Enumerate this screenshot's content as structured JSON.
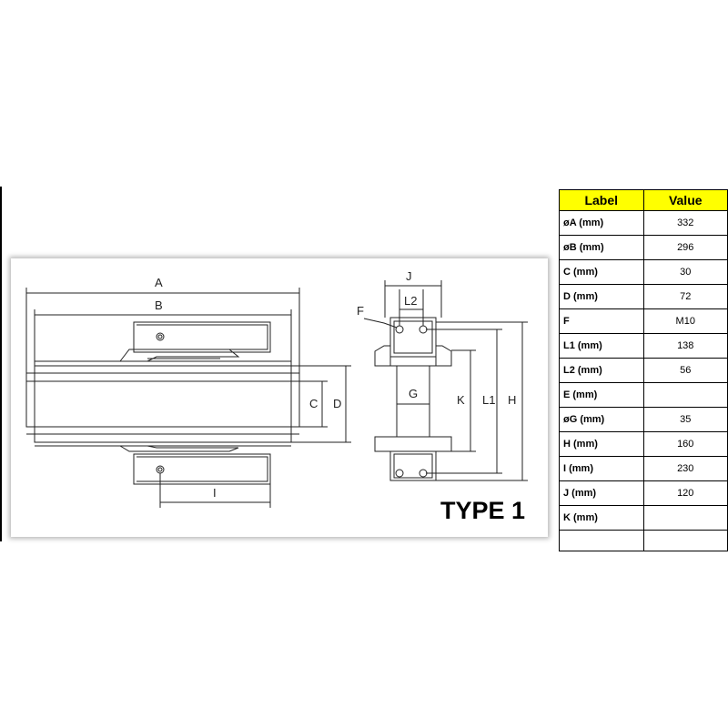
{
  "drawing": {
    "title": "TYPE 1",
    "dimension_labels": {
      "a": "A",
      "b": "B",
      "c": "C",
      "d": "D",
      "i": "I",
      "j": "J",
      "l2": "L2",
      "f": "F",
      "g": "G",
      "k": "K",
      "l1": "L1",
      "h": "H"
    }
  },
  "table": {
    "headers": {
      "label": "Label",
      "value": "Value"
    },
    "rows": [
      {
        "label": "øA (mm)",
        "value": "332"
      },
      {
        "label": "øB (mm)",
        "value": "296"
      },
      {
        "label": "C (mm)",
        "value": "30"
      },
      {
        "label": "D  (mm)",
        "value": "72"
      },
      {
        "label": "F",
        "value": "M10"
      },
      {
        "label": "L1  (mm)",
        "value": "138"
      },
      {
        "label": "L2 (mm)",
        "value": "56"
      },
      {
        "label": "E (mm)",
        "value": ""
      },
      {
        "label": "øG (mm)",
        "value": "35"
      },
      {
        "label": "H (mm)",
        "value": "160"
      },
      {
        "label": "I (mm)",
        "value": "230"
      },
      {
        "label": "J (mm)",
        "value": "120"
      },
      {
        "label": "K (mm)",
        "value": ""
      }
    ]
  }
}
